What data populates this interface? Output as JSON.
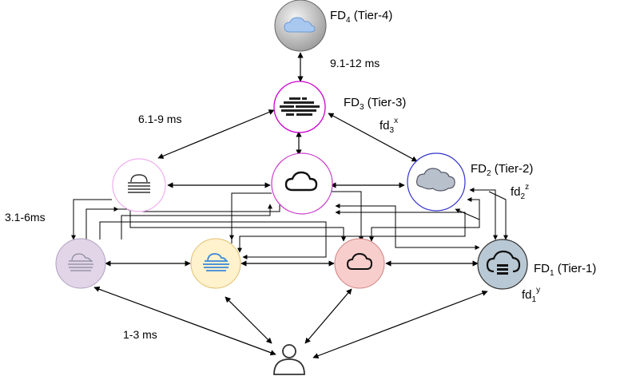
{
  "nodes": {
    "fd4": {
      "name": "FD",
      "sub": "4",
      "tier": " (Tier-4)",
      "fill": "#c0c0c0",
      "stroke": "#666666"
    },
    "fd3": {
      "name": "FD",
      "sub": "3",
      "tier": " (Tier-3)",
      "fd": "fd",
      "fd_sub": "3",
      "fd_sup": "x",
      "fill": "#ffffff",
      "stroke": "#cc00cc"
    },
    "fd2": {
      "name": "FD",
      "sub": "2",
      "tier": " (Tier-2)",
      "fd": "fd",
      "fd_sub": "2",
      "fd_sup": "z",
      "fill": "#ffffff",
      "stroke": "#3333cc"
    },
    "fd1": {
      "name": "FD",
      "sub": "1",
      "tier": " (Tier-1)",
      "fd": "fd",
      "fd_sub": "1",
      "fd_sup": "y",
      "fill": "#b8c8d4",
      "stroke": "#333333"
    },
    "t2_left": {
      "fill": "#ffffff",
      "stroke": "#f0b0f0"
    },
    "t2_center": {
      "fill": "#ffffff",
      "stroke": "#cc44cc"
    },
    "t1_purple": {
      "fill": "#e1d5e7",
      "stroke": "#b0a0c0"
    },
    "t1_yellow": {
      "fill": "#fff2cc",
      "stroke": "#e0c070"
    },
    "t1_red": {
      "fill": "#f8cecc",
      "stroke": "#d08080"
    },
    "user": {
      "stroke": "#333333"
    }
  },
  "latency": {
    "t4_t3": "9.1-12 ms",
    "t3_t2": "6.1-9 ms",
    "t2_t1": "3.1-6ms",
    "t1_user": "1-3 ms"
  }
}
